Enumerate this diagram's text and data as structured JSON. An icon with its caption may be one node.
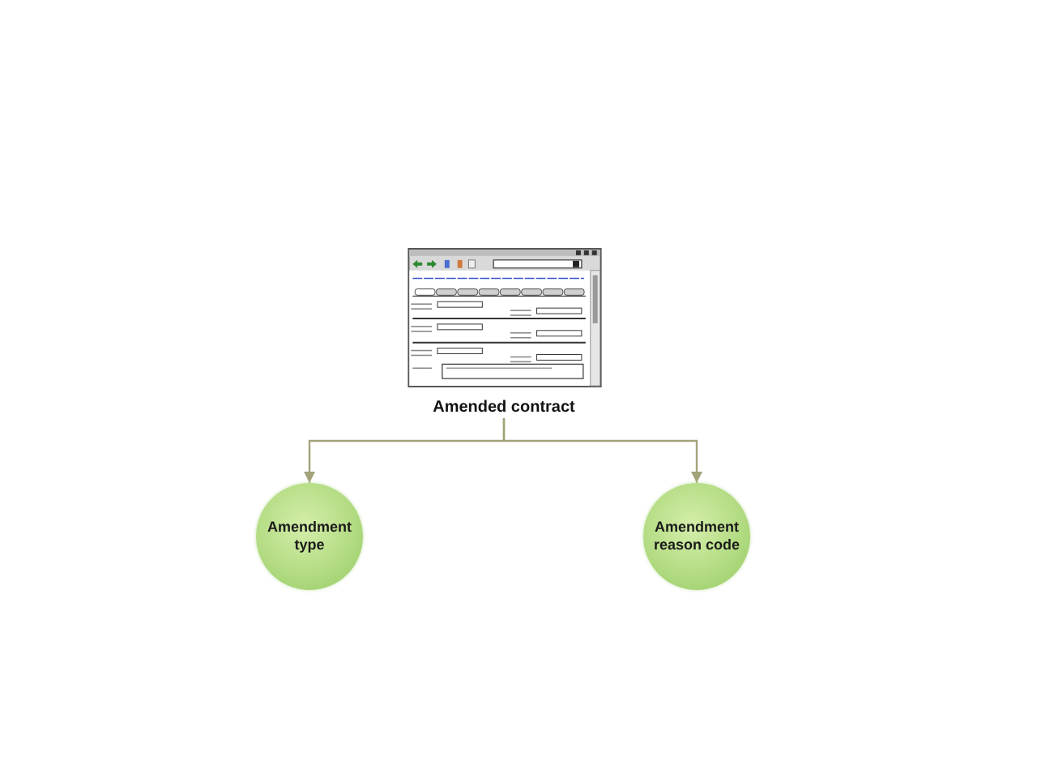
{
  "diagram": {
    "nodes": [
      {
        "text": [
          "Amended contract"
        ]
      },
      {
        "text": [
          "Amendment type"
        ]
      },
      {
        "text": [
          "Amendment reason code"
        ]
      }
    ],
    "edges": [
      {
        "from": 0,
        "to": 1,
        "arrow": "to"
      },
      {
        "from": 0,
        "to": 2,
        "arrow": "to"
      }
    ]
  }
}
